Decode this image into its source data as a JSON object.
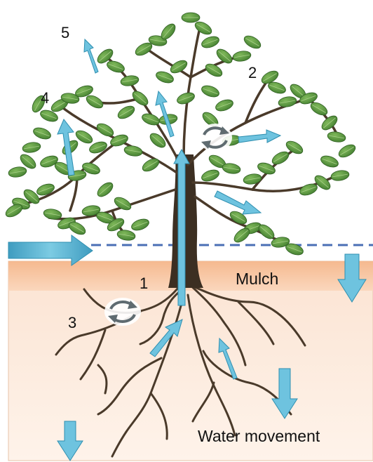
{
  "diagram": {
    "labels": {
      "n1": "1",
      "n2": "2",
      "n3": "3",
      "n4": "4",
      "n5": "5",
      "mulch": "Mulch",
      "water_movement": "Water movement"
    },
    "colors": {
      "arrow": "#5bb8d6",
      "arrow_dark": "#2f8fb0",
      "mulch_band": "#f7c7a4",
      "soil": "#fde6d6",
      "leaf": "#4f8f3a",
      "branch": "#4a3a2a",
      "dashed_line": "#4a6fb5"
    },
    "icons": [
      "circular-arrows-icon",
      "circular-arrows-icon"
    ]
  }
}
